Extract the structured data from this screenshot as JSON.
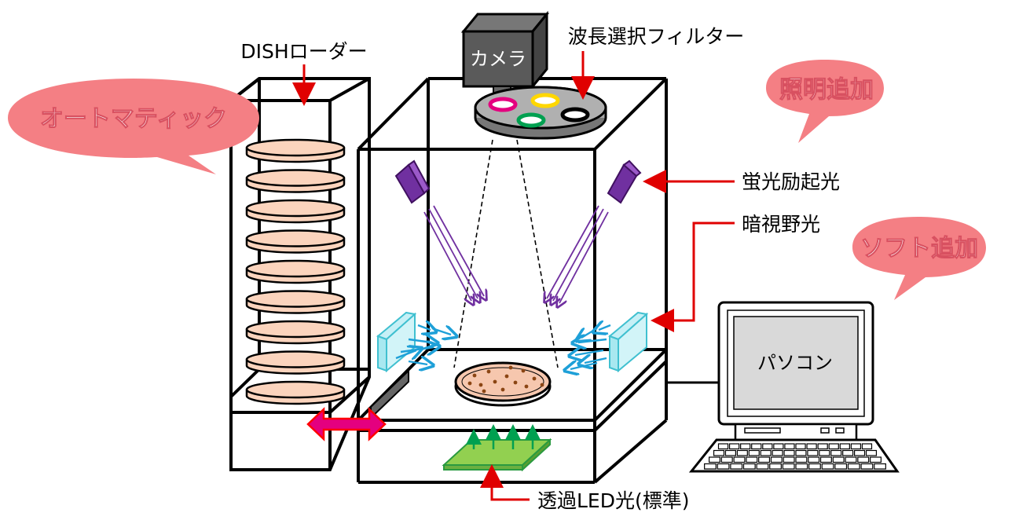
{
  "labels": {
    "dish_loader": "DISHローダー",
    "filter": "波長選択フィルター",
    "camera": "カメラ",
    "fluorescence": "蛍光励起光",
    "darkfield": "暗視野光",
    "led": "透過LED光(標準)",
    "pc": "パソコン"
  },
  "bubbles": {
    "automatic": "オートマティック",
    "lighting": "照明追加",
    "software": "ソフト追加"
  },
  "colors": {
    "bubble": "#f47f84",
    "dish_stack": "#fbd4bd",
    "purple_light": "#7030a0",
    "blue_light": "#1ea0d8",
    "led_board": "#92d050",
    "arrow_red": "#e00000",
    "transfer_arrow": "#e4007f"
  }
}
